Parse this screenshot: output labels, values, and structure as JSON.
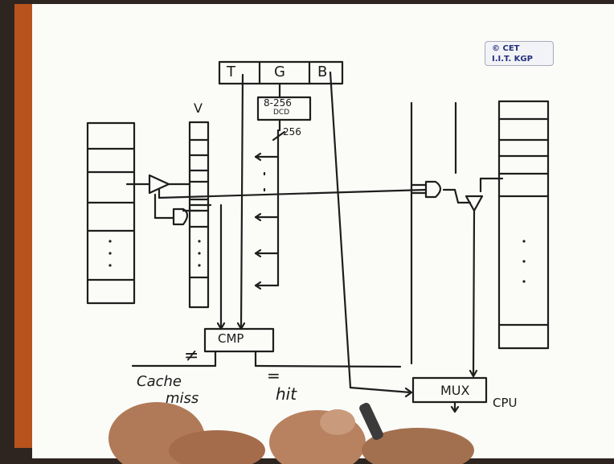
{
  "logo": {
    "line1": "© CET",
    "line2": "I.I.T. KGP"
  },
  "address_fields": [
    "T",
    "G",
    "B"
  ],
  "decoder": {
    "line1": "8-256",
    "line2": "DCD",
    "output_count": "256"
  },
  "valid_bit_label": "V",
  "comparator_label": "CMP",
  "not_equal_symbol": "≠",
  "equal_symbol": "=",
  "miss_label": {
    "line1": "Cache",
    "line2": "miss"
  },
  "hit_label": "hit",
  "mux_label": "MUX",
  "cpu_label": "CPU"
}
